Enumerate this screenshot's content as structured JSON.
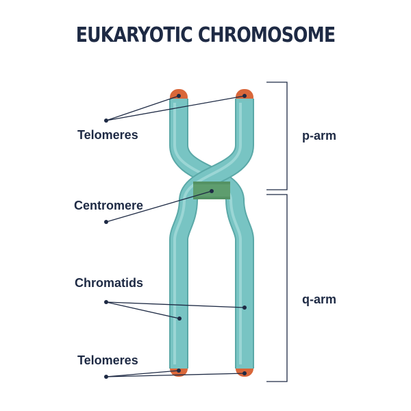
{
  "title": "EUKARYOTIC CHROMOSOME",
  "labels": {
    "telomeres_top": "Telomeres",
    "centromere": "Centromere",
    "chromatids": "Chromatids",
    "telomeres_bottom": "Telomeres",
    "p_arm": "p-arm",
    "q_arm": "q-arm"
  },
  "colors": {
    "chromatid": "#78c4c3",
    "chromatid_edge": "#5aa8a7",
    "chromatid_highlight": "#a9dedd",
    "telomere": "#d9673a",
    "centromere": "#5e9d6e",
    "text": "#1e2a44"
  }
}
